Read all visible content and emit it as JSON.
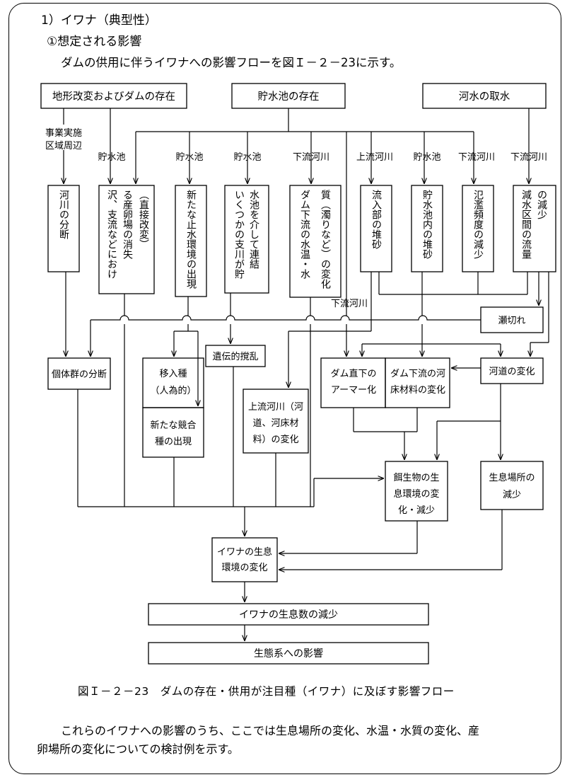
{
  "heading": "1）イワナ（典型性）",
  "subheading": "①想定される影響",
  "intro": "ダムの供用に伴うイワナへの影響フローを図Ｉ－２－23に示す。",
  "caption": "図Ｉ－２－23　ダムの存在・供用が注目種（イワナ）に及ぼす影響フロー",
  "paragraph": {
    "line1": "これらのイワナへの影響のうち、ここでは生息場所の変化、水温・水質の変化、産",
    "line2": "卵場所の変化についての検討例を示す。"
  },
  "top_nodes": {
    "terrain": "地形改変およびダムの存在",
    "reservoir": "貯水池の存在",
    "withdrawal": "河水の取水"
  },
  "labels": {
    "construction_area": [
      "事業実施",
      "区域周辺"
    ],
    "reservoir": "貯水池",
    "downstream": "下流河川",
    "upstream": "上流河川"
  },
  "vertical_nodes": {
    "river_division": [
      "河川の分断"
    ],
    "spawning_loss": [
      "（直接改変）",
      "る産卵場の消失",
      "沢、支流などにおけ"
    ],
    "new_lentic": [
      "新たな止水環境の出現"
    ],
    "tributary_link": [
      "水池を介して連結",
      "いくつかの支川が貯"
    ],
    "water_quality": [
      "質（濁りなど）の変化",
      "ダム下流の水温・水"
    ],
    "inflow_sediment": [
      "流入部の堆砂"
    ],
    "reservoir_sediment": [
      "貯水池内の堆砂"
    ],
    "flood_freq": [
      "氾濫頻度の減少"
    ],
    "flow_reduction": [
      "の減少",
      "減水区間の流量"
    ]
  },
  "nodes": {
    "drying": "瀬切れ",
    "population_division": "個体群の分断",
    "introduced_species": [
      "移入種",
      "（人為的）"
    ],
    "new_competitor": [
      "新たな競合",
      "種の出現"
    ],
    "genetic_disturbance": "遺伝的撹乱",
    "armoring": [
      "ダム直下の",
      "アーマー化"
    ],
    "bed_material": [
      "ダム下流の河",
      "床材料の変化"
    ],
    "channel_change": "河道の変化",
    "upstream_change": [
      "上流河川（河",
      "道、河床材",
      "料）の変化"
    ],
    "food_habitat": [
      "餌生物の生",
      "息環境の変",
      "化・減少"
    ],
    "habitat_loss": [
      "生息場所の",
      "減少"
    ],
    "iwana_habitat": [
      "イワナの生息",
      "環境の変化"
    ],
    "iwana_decline": "イワナの生息数の減少",
    "ecosystem": "生態系への影響"
  }
}
